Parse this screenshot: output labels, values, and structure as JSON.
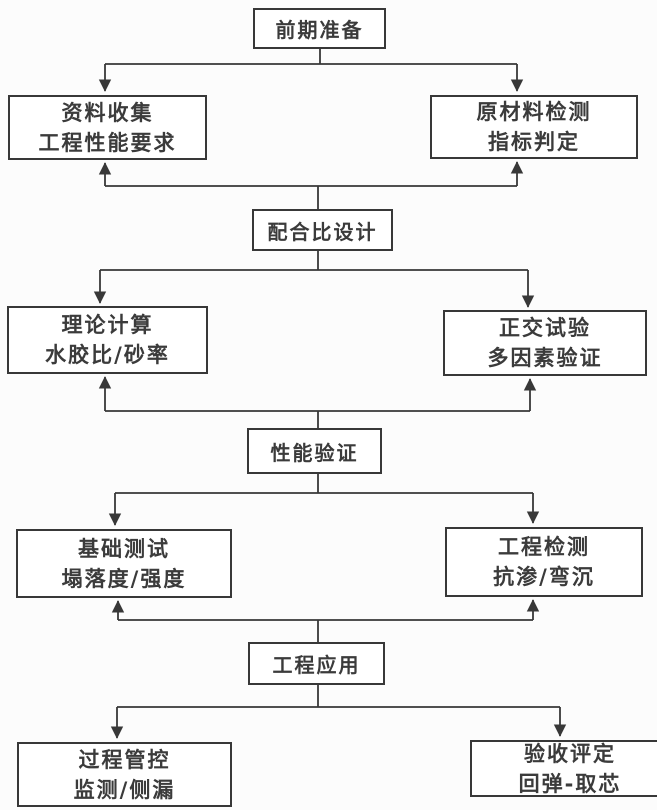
{
  "diagram": {
    "type": "flowchart",
    "colors": {
      "line": "#383838",
      "box_border": "#383838",
      "box_fill": "#ffffff",
      "text": "#3b3b3b",
      "background": "#fcfcfc"
    },
    "nodes": {
      "prep": {
        "label": "前期准备"
      },
      "data_collection": {
        "line1": "资料收集",
        "line2": "工程性能要求"
      },
      "raw_material": {
        "line1": "原材料检测",
        "line2": "指标判定"
      },
      "mix_design": {
        "label": "配合比设计"
      },
      "theory": {
        "line1": "理论计算",
        "line2": "水胶比/砂率"
      },
      "orthogonal": {
        "line1": "正交试验",
        "line2": "多因素验证"
      },
      "performance": {
        "label": "性能验证"
      },
      "basic_test": {
        "line1": "基础测试",
        "line2": "塌落度/强度"
      },
      "engineering_test": {
        "line1": "工程检测",
        "line2": "抗渗/弯沉"
      },
      "application": {
        "label": "工程应用"
      },
      "process_control": {
        "line1": "过程管控",
        "line2": "监测/侧漏"
      },
      "acceptance": {
        "line1": "验收评定",
        "line2": "回弹-取芯"
      }
    },
    "edges": [
      "prep -> data_collection",
      "prep -> raw_material",
      "data_collection <-> mix_design",
      "raw_material <-> mix_design",
      "mix_design -> theory",
      "mix_design -> orthogonal",
      "theory <-> performance",
      "orthogonal <-> performance",
      "performance -> basic_test",
      "performance -> engineering_test",
      "basic_test <-> application",
      "engineering_test <-> application",
      "application -> process_control",
      "application -> acceptance"
    ]
  }
}
